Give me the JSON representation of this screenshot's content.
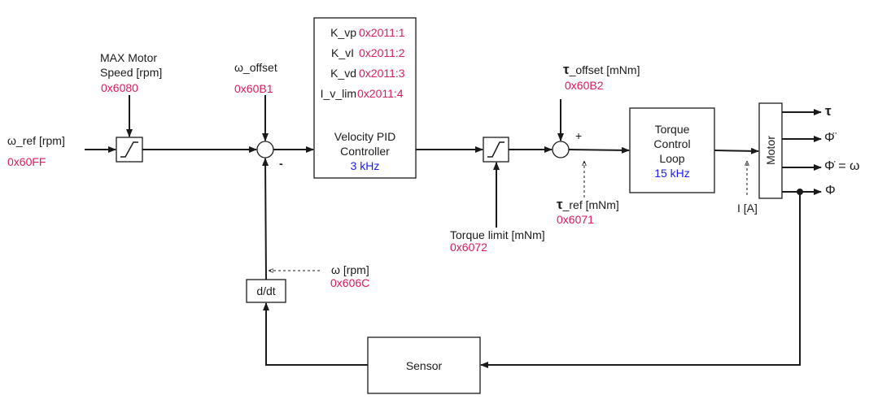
{
  "colors": {
    "register": "#dc1a5a",
    "frequency": "#1a1aee",
    "line": "#1a1a1a"
  },
  "input": {
    "label": "ω_ref [rpm]",
    "register": "0x60FF"
  },
  "max_speed": {
    "label_line1": "MAX Motor",
    "label_line2": "Speed [rpm]",
    "register": "0x6080"
  },
  "omega_offset": {
    "label": "ω_offset",
    "register": "0x60B1"
  },
  "sum1": {
    "minus_sign": "-"
  },
  "pid": {
    "params": [
      {
        "name": "K_vp",
        "register": "0x2011:1"
      },
      {
        "name": "K_vI",
        "register": "0x2011:2"
      },
      {
        "name": "K_vd",
        "register": "0x2011:3"
      },
      {
        "name": "I_v_lim",
        "register": "0x2011:4"
      }
    ],
    "title_line1": "Velocity PID",
    "title_line2": "Controller",
    "frequency": "3 kHz"
  },
  "torque_limit": {
    "label": "Torque limit [mNm]",
    "register": "0x6072"
  },
  "tau_offset": {
    "symbol": "τ",
    "label": "_offset [mNm]",
    "register": "0x60B2"
  },
  "sum2": {
    "plus_sign": "+"
  },
  "tau_ref": {
    "symbol": "τ",
    "label": "_ref [mNm]",
    "register": "0x6071"
  },
  "torque_loop": {
    "line1": "Torque",
    "line2": "Control",
    "line3": "Loop",
    "frequency": "15 kHz"
  },
  "current": {
    "label": "I [A]"
  },
  "motor": {
    "label": "Motor"
  },
  "outputs": [
    {
      "name": "torque",
      "symbol": "τ"
    },
    {
      "name": "acceleration",
      "symbol": "Φ̈"
    },
    {
      "name": "velocity",
      "symbol": "Φ̇ = ω"
    },
    {
      "name": "position",
      "symbol": "Φ"
    }
  ],
  "feedback": {
    "omega_label": "ω [rpm]",
    "omega_register": "0x606C",
    "derivative": "d/dt",
    "sensor": "Sensor"
  }
}
